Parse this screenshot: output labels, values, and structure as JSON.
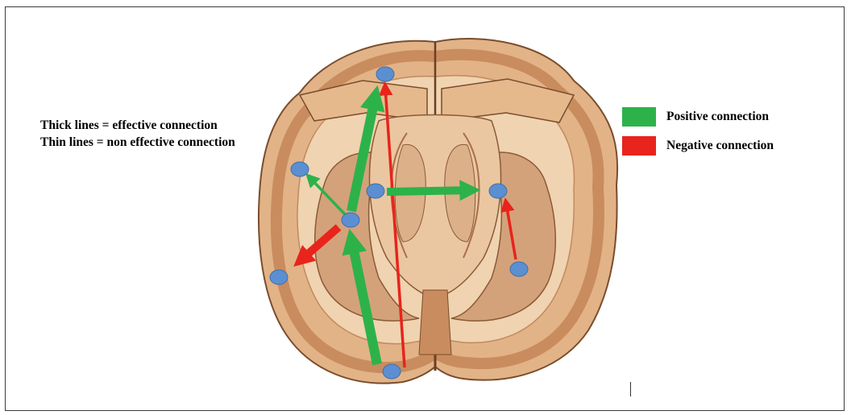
{
  "notes": {
    "thick": "Thick lines = effective connection",
    "thin": "Thin lines = non effective connection"
  },
  "legend": [
    {
      "label": "Positive connection",
      "color": "#2db24a"
    },
    {
      "label": "Negative connection",
      "color": "#e8241c"
    }
  ],
  "colors": {
    "positive": "#2db24a",
    "negative": "#e8241c",
    "node": "#5b8fd1",
    "tissue": "#e9c49a",
    "cortex": "#d9a57a",
    "outline": "#7a4d2c"
  },
  "connections": [
    {
      "from": "occipital-node",
      "to": "frontal-node",
      "sign": "negative",
      "effective": false
    },
    {
      "from": "occipital-node",
      "to": "left-mid-node",
      "sign": "positive",
      "effective": true
    },
    {
      "from": "left-mid-node",
      "to": "frontal-node",
      "sign": "positive",
      "effective": true
    },
    {
      "from": "left-mid-node",
      "to": "left-lateral-upper-node",
      "sign": "positive",
      "effective": false
    },
    {
      "from": "left-mid-node",
      "to": "left-lateral-lower-node",
      "sign": "negative",
      "effective": true
    },
    {
      "from": "central-node",
      "to": "right-node",
      "sign": "positive",
      "effective": true
    },
    {
      "from": "right-lower-node",
      "to": "right-node",
      "sign": "negative",
      "effective": false
    }
  ]
}
